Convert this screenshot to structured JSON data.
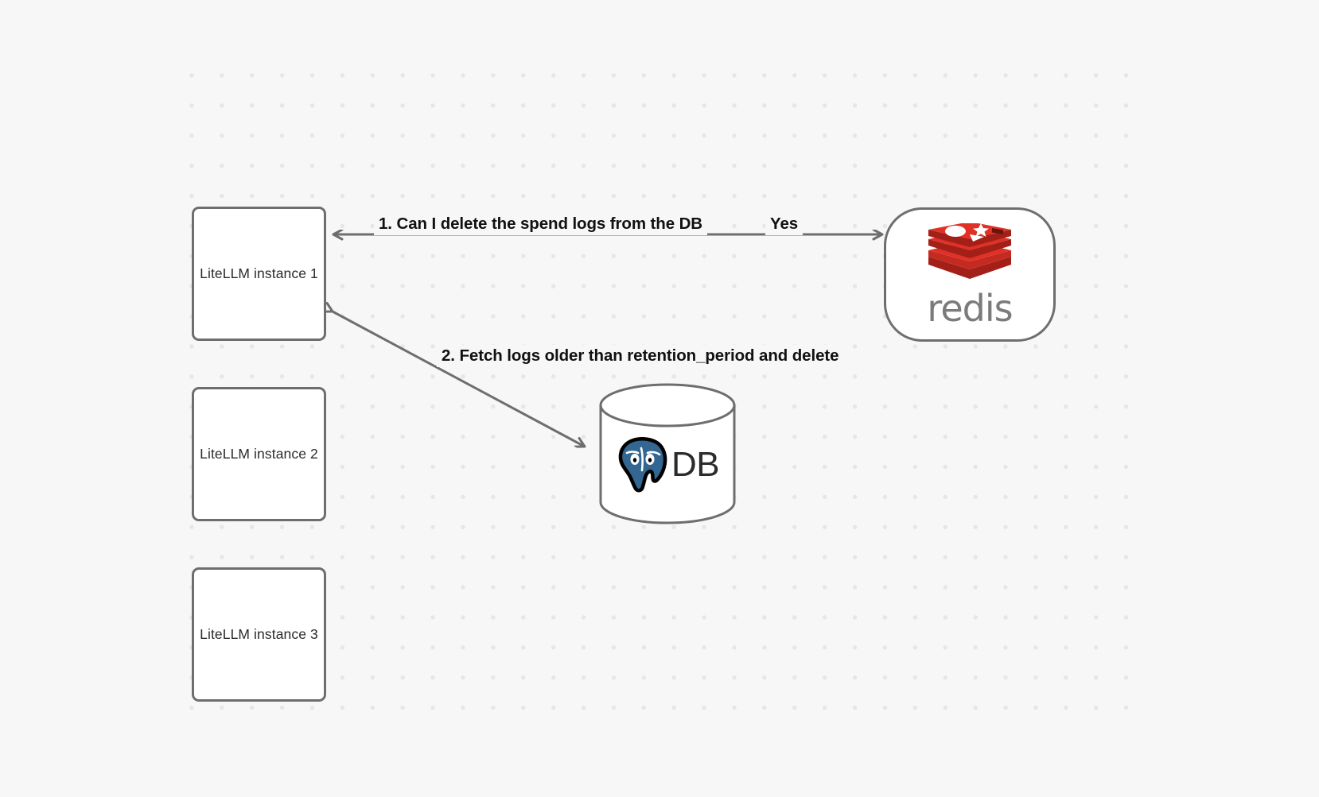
{
  "canvas": {
    "background_color": "#f7f7f7",
    "grid_dot_color": "#e6e6e6",
    "stroke_color": "#6e6e6e"
  },
  "nodes": [
    {
      "id": "litellm-1",
      "label": "LiteLLM instance 1",
      "shape": "rounded-rect"
    },
    {
      "id": "litellm-2",
      "label": "LiteLLM instance 2",
      "shape": "rounded-rect"
    },
    {
      "id": "litellm-3",
      "label": "LiteLLM instance 3",
      "shape": "rounded-rect"
    },
    {
      "id": "redis",
      "label": "redis",
      "shape": "rounded-rect-large",
      "logo": "redis-logo"
    },
    {
      "id": "database",
      "label": "DB",
      "shape": "cylinder",
      "logo": "postgresql-elephant-logo"
    }
  ],
  "edges": [
    {
      "id": "edge-1",
      "from": "litellm-1",
      "to": "redis",
      "label": "1.  Can I delete the spend logs from the DB",
      "reply_label": "Yes",
      "direction": "bidirectional"
    },
    {
      "id": "edge-2",
      "from": "database",
      "to": "litellm-1",
      "label": "2.  Fetch logs older than retention_period and delete",
      "direction": "bidirectional"
    }
  ],
  "colors": {
    "redis_red_light": "#e03127",
    "redis_red_dark": "#a32018",
    "redis_red_mid": "#c42a20",
    "redis_gray": "#7b7b7b",
    "postgres_blue": "#336791",
    "node_border": "#6e6e6e",
    "text": "#2b2b2b"
  }
}
